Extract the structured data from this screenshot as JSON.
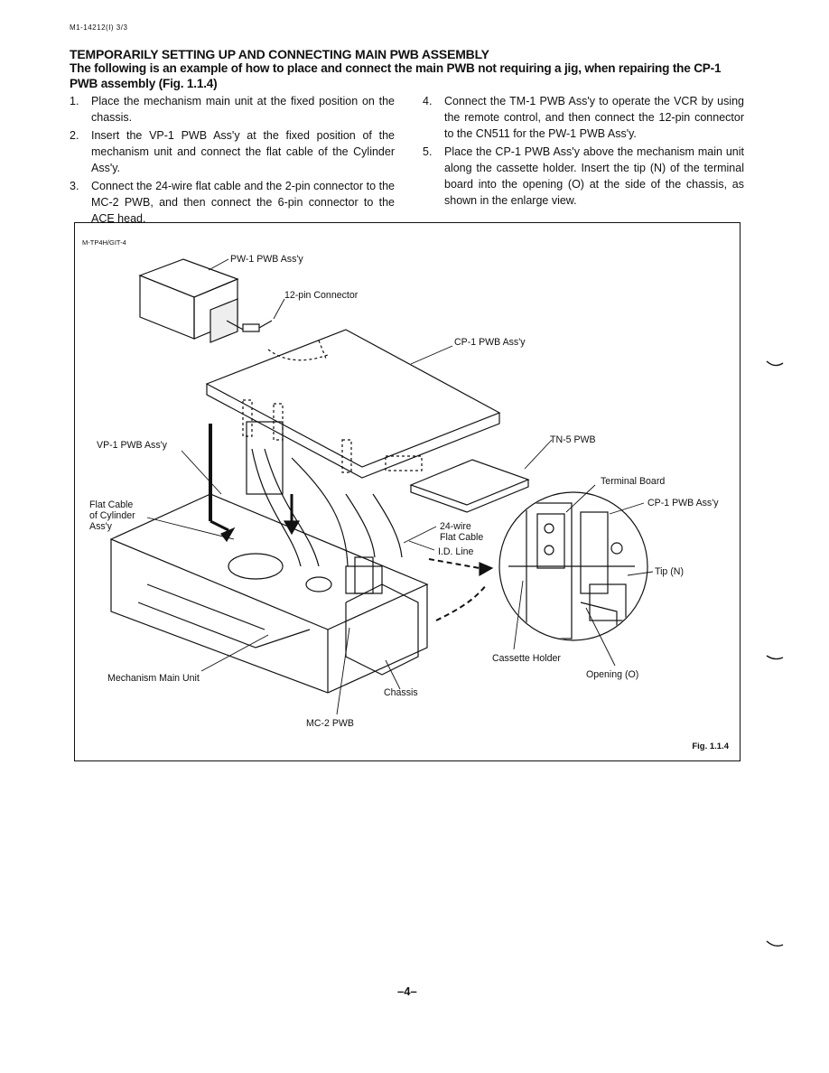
{
  "header": {
    "doc_id": "M1-14212(I) 3/3",
    "title": "TEMPORARILY SETTING UP AND CONNECTING MAIN PWB ASSEMBLY",
    "subtitle": "The following is an example of how to place and connect the main PWB not requiring a jig, when repairing the CP-1 PWB assembly (Fig. 1.1.4)"
  },
  "steps": [
    {
      "num": "1.",
      "text": "Place the mechanism main unit at the fixed position on the chassis."
    },
    {
      "num": "2.",
      "text": "Insert the VP-1 PWB Ass'y at the fixed position of the mechanism unit and connect the flat cable of the Cylinder Ass'y."
    },
    {
      "num": "3.",
      "text": "Connect the 24-wire flat cable and the 2-pin connector to the MC-2 PWB, and then connect the 6-pin connector to the ACE head."
    },
    {
      "num": "4.",
      "text": "Connect the TM-1 PWB Ass'y to operate the VCR by using the remote control, and then connect the 12-pin connector to the CN511 for the PW-1 PWB Ass'y."
    },
    {
      "num": "5.",
      "text": "Place the CP-1 PWB Ass'y above the mechanism main unit along the cassette holder. Insert the tip (N) of the terminal board into the opening (O) at the side of the chassis, as shown in the enlarge view."
    }
  ],
  "figure": {
    "code": "M-TP4H/GIT-4",
    "fig_label": "Fig. 1.1.4",
    "labels": {
      "pw1": "PW-1 PWB Ass'y",
      "pin12": "12-pin Connector",
      "cp1": "CP-1 PWB Ass'y",
      "vp1": "VP-1 PWB Ass'y",
      "tn5": "TN-5 PWB",
      "terminal_board": "Terminal Board",
      "cp1_zoom": "CP-1 PWB Ass'y",
      "flat_cable": "Flat Cable\nof Cylinder\nAss'y",
      "wire24": "24-wire\nFlat Cable",
      "id_line": "I.D. Line",
      "tip": "Tip (N)",
      "cassette_holder": "Cassette Holder",
      "opening": "Opening (O)",
      "mechanism": "Mechanism Main Unit",
      "chassis": "Chassis",
      "mc2": "MC-2 PWB"
    }
  },
  "footer": {
    "page_number": "–4–"
  }
}
